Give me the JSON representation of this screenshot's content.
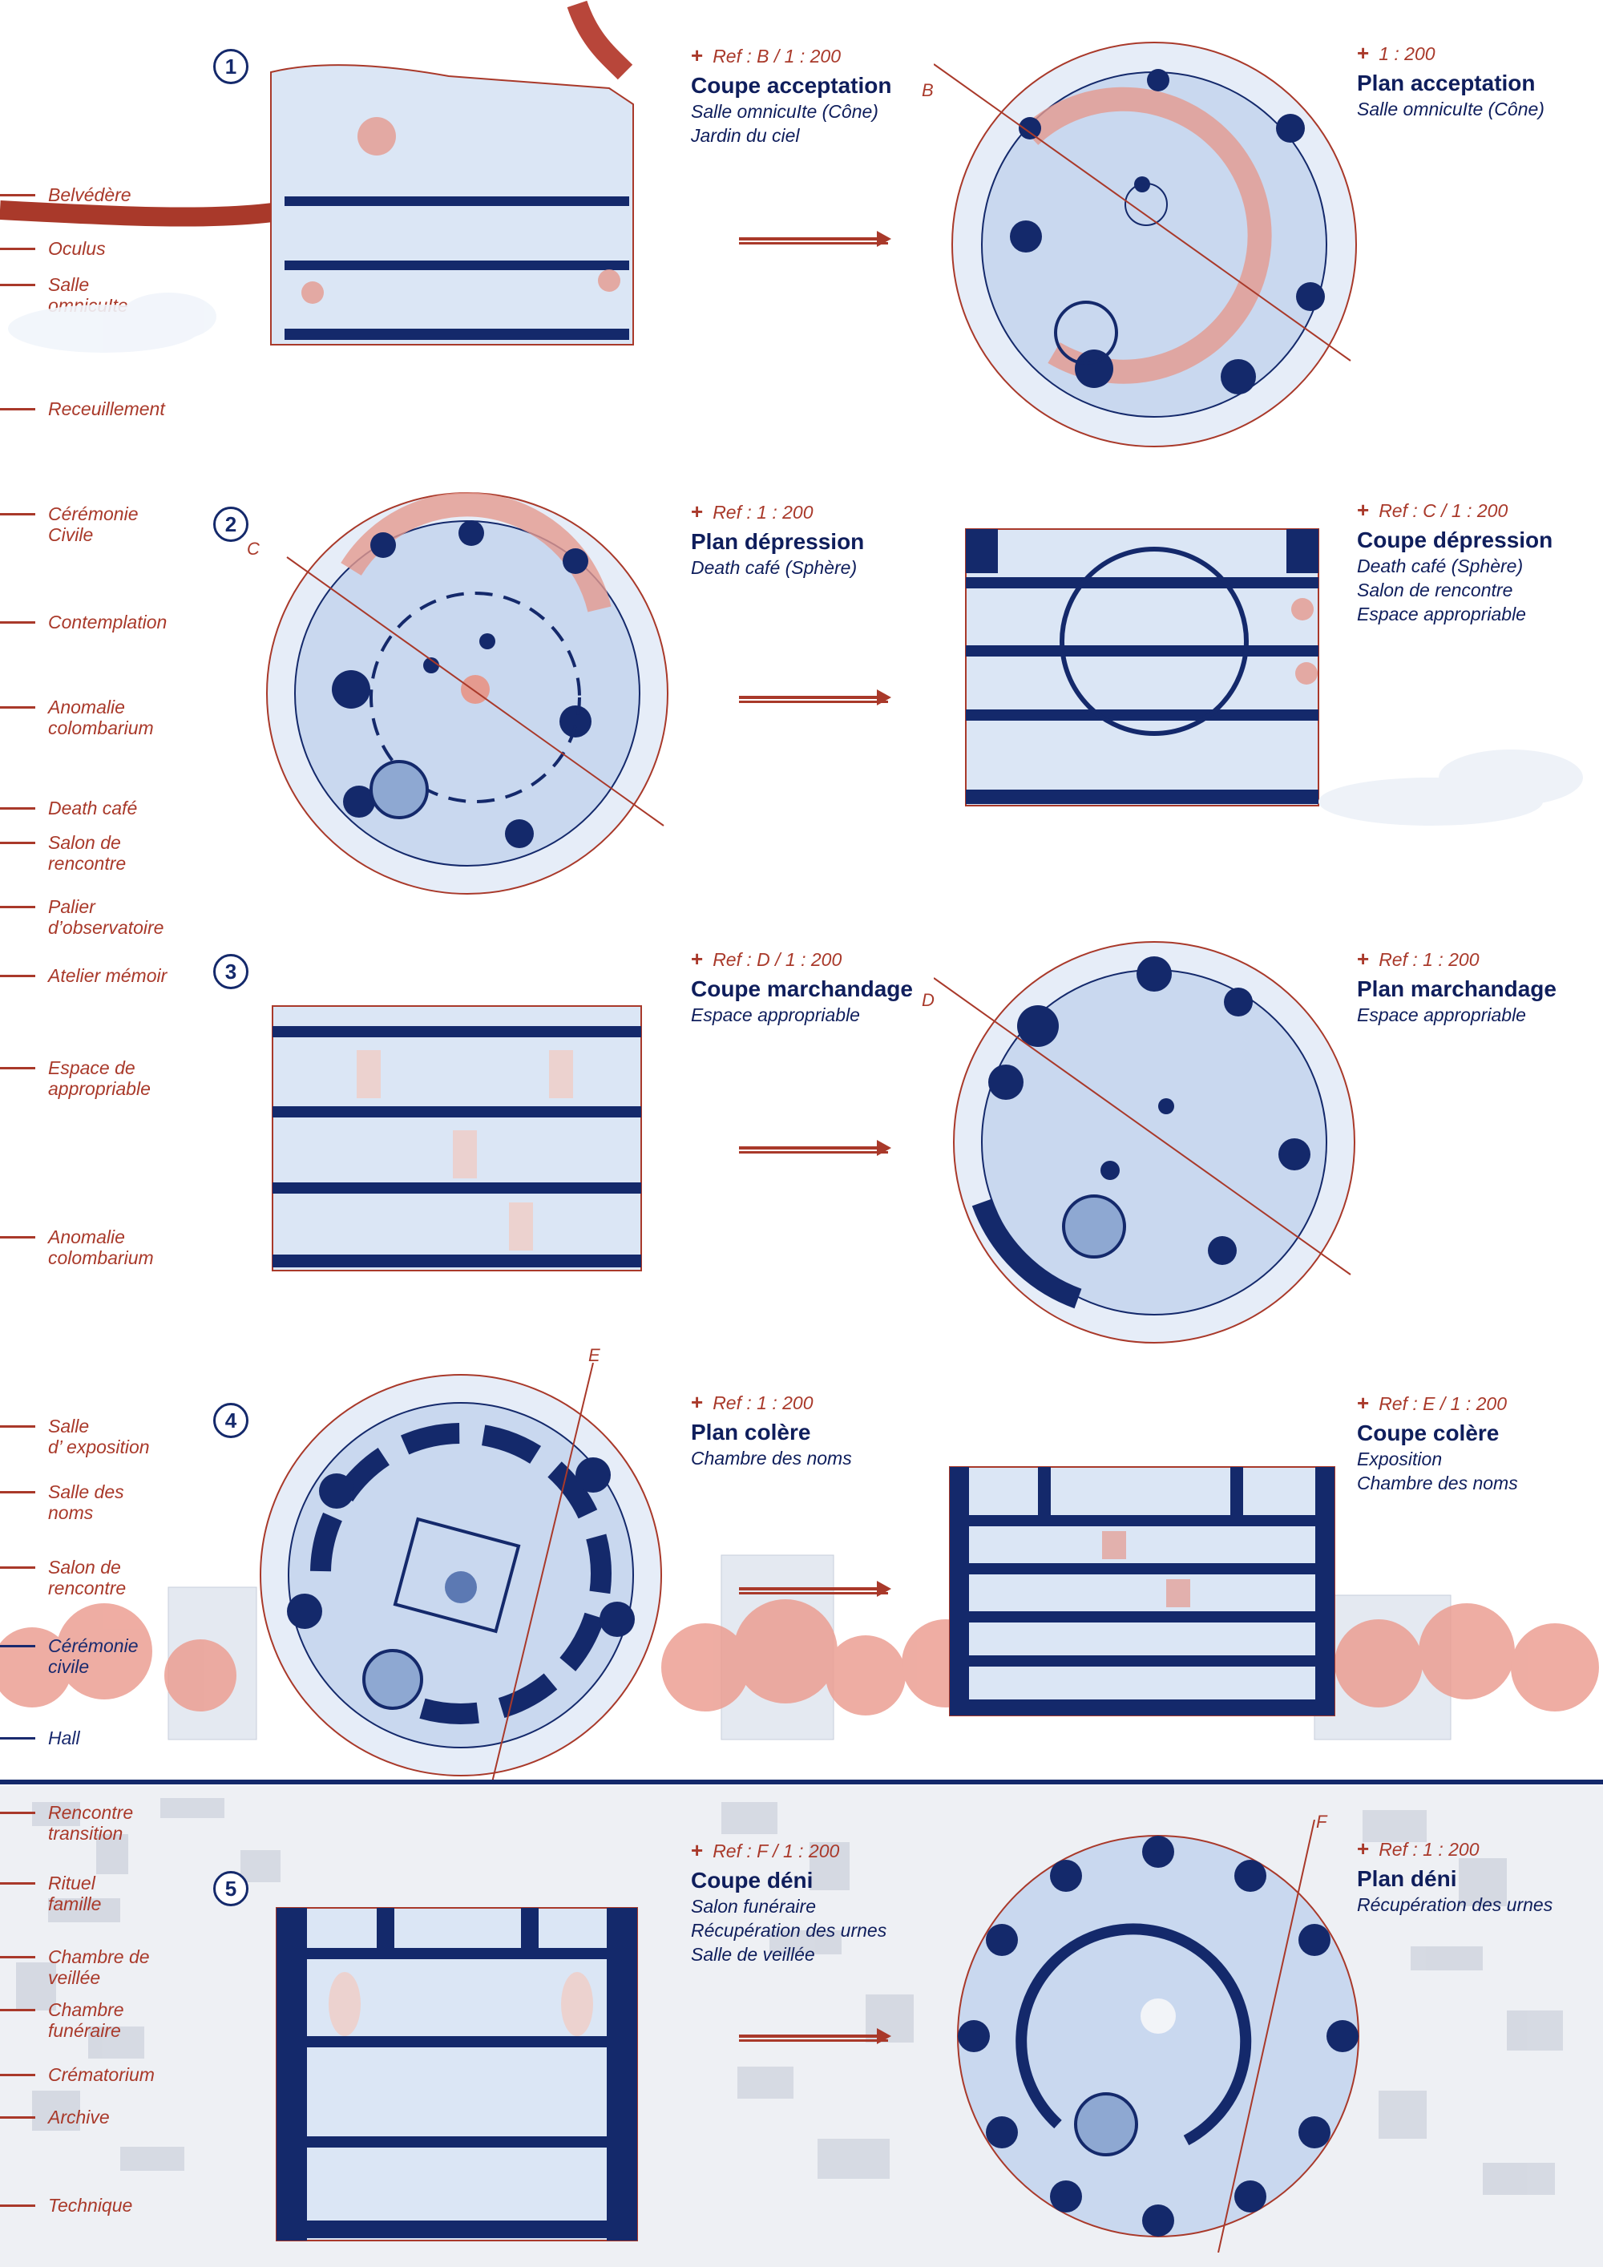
{
  "sidebar": {
    "items": [
      {
        "label": "Belvédère"
      },
      {
        "label": "Oculus"
      },
      {
        "label": "Salle\nomnicuIte"
      },
      {
        "label": "Receuillement"
      },
      {
        "label": "Cérémonie\nCivile"
      },
      {
        "label": "Contemplation"
      },
      {
        "label": "Anomalie\ncolombarium"
      },
      {
        "label": "Death café"
      },
      {
        "label": "Salon de\nrencontre"
      },
      {
        "label": "Palier\nd’observatoire"
      },
      {
        "label": "Atelier mémoir"
      },
      {
        "label": "Espace de\nappropriable"
      },
      {
        "label": "Anomalie\ncolombarium"
      },
      {
        "label": "Salle\nd’ exposition"
      },
      {
        "label": "Salle des\nnoms"
      },
      {
        "label": "Salon de\nrencontre"
      },
      {
        "label": "Cérémonie\ncivile"
      },
      {
        "label": "Hall"
      },
      {
        "label": "Rencontre\ntransition"
      },
      {
        "label": "Rituel\nfamille"
      },
      {
        "label": "Chambre de\nveillée"
      },
      {
        "label": "Chambre\nfunéraire"
      },
      {
        "label": "Crématorium"
      },
      {
        "label": "Archive"
      },
      {
        "label": "Technique"
      }
    ]
  },
  "sections": [
    {
      "number": "1"
    },
    {
      "number": "2"
    },
    {
      "number": "3"
    },
    {
      "number": "4"
    },
    {
      "number": "5"
    }
  ],
  "captions": {
    "c1a": {
      "ref": "Ref : B / 1 : 200",
      "title": "Coupe acceptation",
      "sub1": "Salle omnicuIte (Cône)",
      "sub2": "Jardin du ciel"
    },
    "c1b": {
      "ref": "1 : 200",
      "title": "Plan acceptation",
      "sub1": "Salle omnicuIte (Cône)"
    },
    "c2a": {
      "ref": "Ref : 1 : 200",
      "title": "Plan dépression",
      "sub1": "Death café (Sphère)"
    },
    "c2b": {
      "ref": "Ref : C / 1 : 200",
      "title": "Coupe dépression",
      "sub1": "Death café (Sphère)",
      "sub2": "Salon de rencontre",
      "sub3": "Espace appropriable"
    },
    "c3a": {
      "ref": "Ref : D / 1 : 200",
      "title": "Coupe marchandage",
      "sub1": "Espace appropriable"
    },
    "c3b": {
      "ref": "Ref : 1 : 200",
      "title": "Plan marchandage",
      "sub1": "Espace appropriable"
    },
    "c4a": {
      "ref": "Ref : 1 : 200",
      "title": "Plan colère",
      "sub1": "Chambre des noms"
    },
    "c4b": {
      "ref": "Ref : E / 1 : 200",
      "title": "Coupe colère",
      "sub1": "Exposition",
      "sub2": "Chambre des noms"
    },
    "c5a": {
      "ref": "Ref : F / 1 : 200",
      "title": "Coupe déni",
      "sub1": "Salon funéraire",
      "sub2": "Récupération des urnes",
      "sub3": "Salle de veillée"
    },
    "c5b": {
      "ref": "Ref : 1 : 200",
      "title": "Plan déni",
      "sub1": "Récupération des urnes"
    }
  },
  "cut_markers": {
    "b": "B",
    "c": "C",
    "d": "D",
    "e": "E",
    "f": "F"
  },
  "colors": {
    "navy": "#14296b",
    "accent": "#a9392a",
    "light_blue": "#c9d8ef",
    "blossom": "#e59a8f"
  }
}
